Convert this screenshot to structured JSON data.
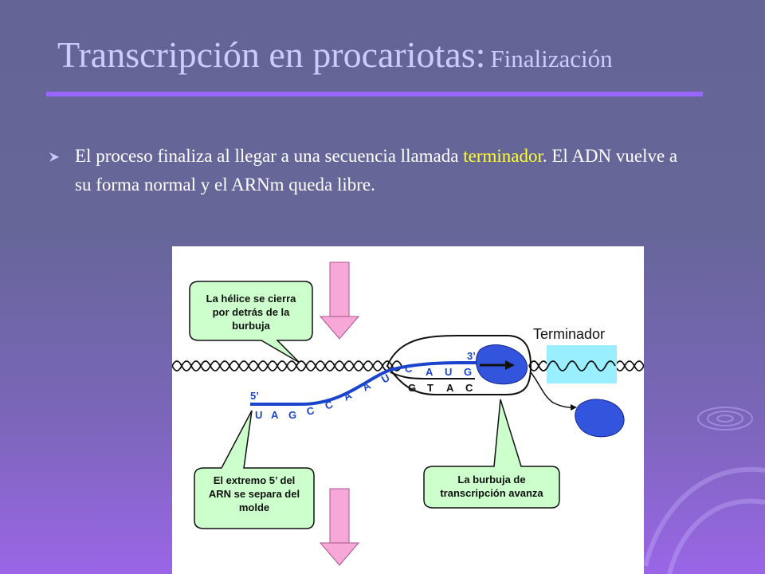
{
  "slide": {
    "title_main": "Transcripción en procariotas:",
    "title_sub": "Finalización",
    "bullet": {
      "before": "El proceso finaliza al llegar a una secuencia llamada ",
      "highlight": "terminador",
      "after": ". El ADN vuelve a su forma normal y el ARNm queda libre."
    }
  },
  "diagram": {
    "callout_top": [
      "La hélice se cierra",
      "por detrás de la",
      "burbuja"
    ],
    "callout_left": [
      "El extremo 5’ del",
      "ARN se separa del",
      "molde"
    ],
    "callout_right": [
      "La burbuja de",
      "transcripción avanza"
    ],
    "terminator_label": "Terminador",
    "label_3prime": "3’",
    "label_5prime": "5’",
    "rna_bases_bottom": [
      "U",
      "A",
      "G",
      "C",
      "C",
      "A",
      "A",
      "U"
    ],
    "rna_bases_top": [
      "C",
      "A",
      "U",
      "G"
    ],
    "dna_bases": [
      "G",
      "T",
      "A",
      "C"
    ]
  },
  "colors": {
    "title": "#ccccff",
    "rule": "#9966ff",
    "highlight": "#ffff33",
    "callout_fill": "#ccffcc",
    "arrow_pink": "#f7a8d8",
    "terminator_fill": "#99eeff",
    "polymerase_blue": "#3355dd",
    "rna_blue": "#1a44cc"
  }
}
